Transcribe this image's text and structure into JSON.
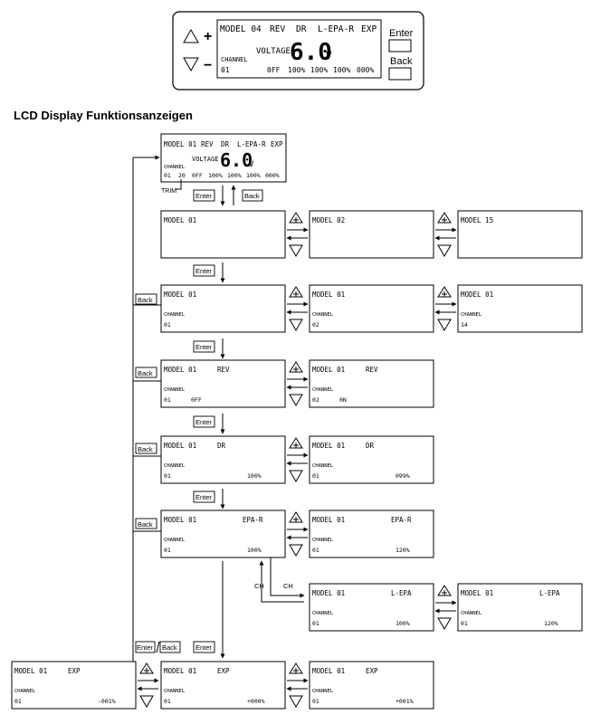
{
  "top_device": {
    "plus": "+",
    "minus": "−",
    "up_symbol": "△",
    "down_symbol": "▽",
    "header": [
      "MODEL 04",
      "REV",
      "DR",
      "L-EPA-R",
      "EXP"
    ],
    "voltage_label": "VOLTAGE",
    "voltage_value": "6.0",
    "voltage_unit": "V",
    "channel_label": "CHANNEL",
    "bottom": [
      "01",
      "0FF",
      "100%",
      "100%",
      "100%",
      "000%"
    ],
    "enter_label": "Enter",
    "back_label": "Back"
  },
  "section_title": "LCD Display Funktionsanzeigen",
  "main_screen": {
    "header": [
      "MODEL 01",
      "REV",
      "DR",
      "L-EPA-R",
      "EXP"
    ],
    "voltage_label": "VOLTAGE",
    "voltage_value": "6.0",
    "voltage_unit": "V",
    "channel_label": "CHANNEL",
    "bottom": [
      "01",
      "20",
      "0FF",
      "100%",
      "100%",
      "100%",
      "000%"
    ],
    "trim_label": "TRIM"
  },
  "labels": {
    "enter": "Enter",
    "back": "Back",
    "ch": "CH",
    "enter_back": "Enter/Back"
  },
  "screens": {
    "r1a": {
      "model": "MODEL 01",
      "func": "",
      "ch_label": "",
      "ch": "",
      "val": ""
    },
    "r1b": {
      "model": "MODEL 02",
      "func": "",
      "ch_label": "",
      "ch": "",
      "val": ""
    },
    "r1c": {
      "model": "MODEL 15",
      "func": "",
      "ch_label": "",
      "ch": "",
      "val": ""
    },
    "r2a": {
      "model": "MODEL 01",
      "func": "",
      "ch_label": "CHANNEL",
      "ch": "01",
      "val": ""
    },
    "r2b": {
      "model": "MODEL 01",
      "func": "",
      "ch_label": "CHANNEL",
      "ch": "02",
      "val": ""
    },
    "r2c": {
      "model": "MODEL 01",
      "func": "",
      "ch_label": "CHANNEL",
      "ch": "14",
      "val": ""
    },
    "r3a": {
      "model": "MODEL 01",
      "func": "REV",
      "ch_label": "CHANNEL",
      "ch": "01",
      "val": "0FF"
    },
    "r3b": {
      "model": "MODEL 01",
      "func": "REV",
      "ch_label": "CHANNEL",
      "ch": "02",
      "val": "0N"
    },
    "r4a": {
      "model": "MODEL 01",
      "func": "DR",
      "ch_label": "CHANNEL",
      "ch": "01",
      "val": "100%"
    },
    "r4b": {
      "model": "MODEL 01",
      "func": "DR",
      "ch_label": "CHANNEL",
      "ch": "01",
      "val": "099%"
    },
    "r5a": {
      "model": "MODEL 01",
      "func": "EPA-R",
      "ch_label": "CHANNEL",
      "ch": "01",
      "val": "100%"
    },
    "r5b": {
      "model": "MODEL 01",
      "func": "EPA-R",
      "ch_label": "CHANNEL",
      "ch": "01",
      "val": "120%"
    },
    "r6a": {
      "model": "MODEL 01",
      "func": "L-EPA",
      "ch_label": "CHANNEL",
      "ch": "01",
      "val": "100%"
    },
    "r6b": {
      "model": "MODEL 01",
      "func": "L-EPA",
      "ch_label": "CHANNEL",
      "ch": "01",
      "val": "120%"
    },
    "r7a": {
      "model": "MODEL 01",
      "func": "EXP",
      "ch_label": "CHANNEL",
      "ch": "01",
      "val": "-001%"
    },
    "r7b": {
      "model": "MODEL 01",
      "func": "EXP",
      "ch_label": "CHANNEL",
      "ch": "01",
      "val": "+000%"
    },
    "r7c": {
      "model": "MODEL 01",
      "func": "EXP",
      "ch_label": "CHANNEL",
      "ch": "01",
      "val": "+001%"
    }
  }
}
